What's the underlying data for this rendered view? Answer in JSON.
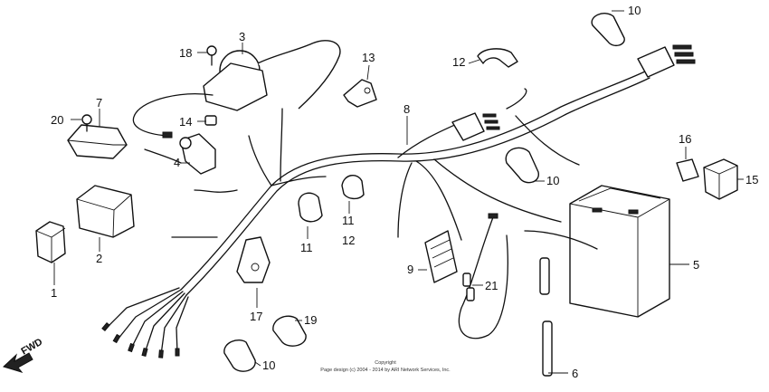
{
  "diagram": {
    "callouts": {
      "c1": "1",
      "c2": "2",
      "c3": "3",
      "c4": "4",
      "c5": "5",
      "c6": "6",
      "c7": "7",
      "c8": "8",
      "c9": "9",
      "c10a": "10",
      "c10b": "10",
      "c10c": "10",
      "c11a": "11",
      "c11b": "11",
      "c12a": "12",
      "c12b": "12",
      "c13": "13",
      "c14": "14",
      "c15": "15",
      "c16": "16",
      "c17": "17",
      "c18": "18",
      "c19": "19",
      "c20": "20",
      "c21": "21"
    },
    "direction_label": "FWD",
    "copyright_line1": "Copyright",
    "copyright_line2": "Page design (c) 2004 - 2014 by ARI Network Services, Inc."
  }
}
